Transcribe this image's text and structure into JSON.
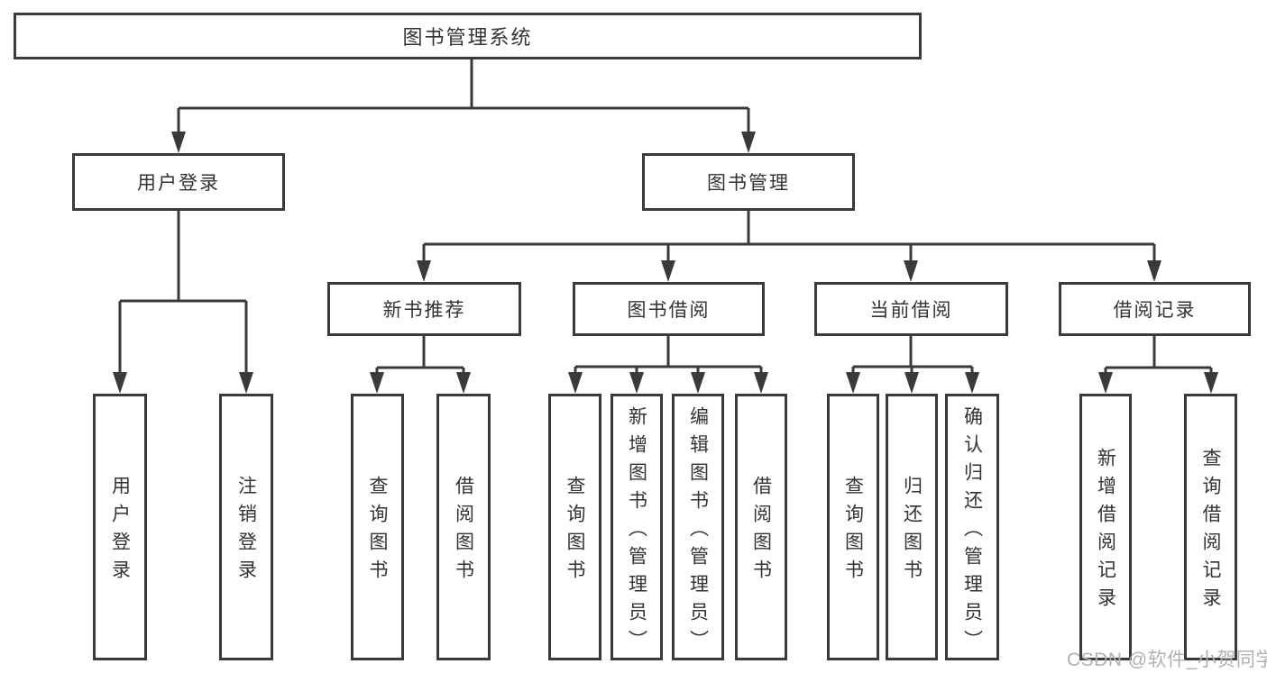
{
  "tree": {
    "root": {
      "label": "图书管理系统"
    },
    "children": [
      {
        "label": "用户登录",
        "children": [
          {
            "label": "用户登录"
          },
          {
            "label": "注销登录"
          }
        ]
      },
      {
        "label": "图书管理",
        "children": [
          {
            "label": "新书推荐",
            "children": [
              {
                "label": "查询图书"
              },
              {
                "label": "借阅图书"
              }
            ]
          },
          {
            "label": "图书借阅",
            "children": [
              {
                "label": "查询图书"
              },
              {
                "label": "新增图书（管理员）"
              },
              {
                "label": "编辑图书（管理员）"
              },
              {
                "label": "借阅图书"
              }
            ]
          },
          {
            "label": "当前借阅",
            "children": [
              {
                "label": "查询图书"
              },
              {
                "label": "归还图书"
              },
              {
                "label": "确认归还（管理员）"
              }
            ]
          },
          {
            "label": "借阅记录",
            "children": [
              {
                "label": "新增借阅记录"
              },
              {
                "label": "查询借阅记录"
              }
            ]
          }
        ]
      }
    ]
  },
  "watermark": {
    "text": "CSDN @软件_小贺同学",
    "color": "#b1b1b1"
  },
  "colors": {
    "line": "#3a3a3a",
    "border": "#3a3a3a",
    "text": "#333333",
    "background": "#ffffff"
  }
}
